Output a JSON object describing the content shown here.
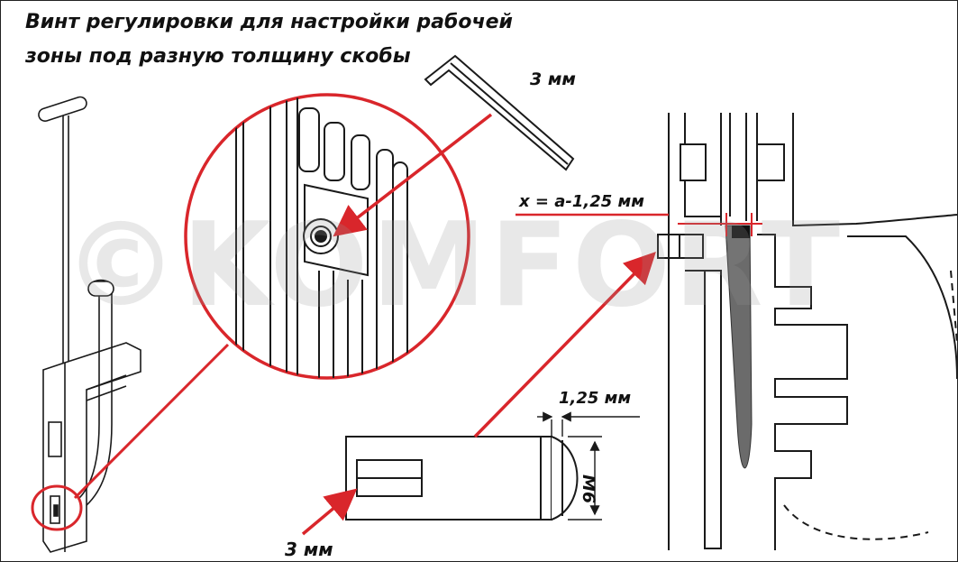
{
  "title": {
    "line1": "Винт регулировки для настройки рабочей",
    "line2": "зоны под разную толщину скобы"
  },
  "labels": {
    "hex_key": "3 мм",
    "formula": "x = a-1,25 мм",
    "pitch": "1,25 мм",
    "thread": "М6",
    "hex_socket": "3 мм"
  },
  "watermark": "©KOMFORT",
  "colors": {
    "accent": "#d9262b",
    "line": "#1a1a1a",
    "watermark": "#969696"
  }
}
